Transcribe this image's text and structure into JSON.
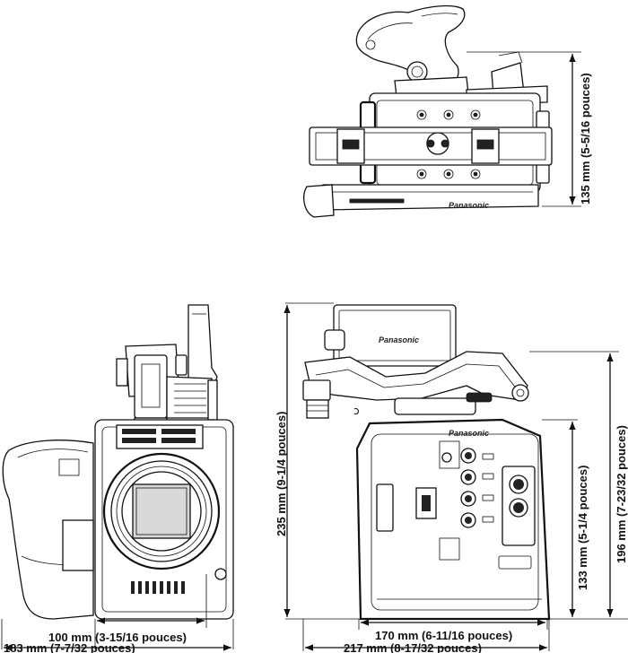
{
  "brand": "Panasonic",
  "dimensions": {
    "top_height": "135 mm (5-5/16 pouces)",
    "front_lens_width": "100 mm (3-15/16 pouces)",
    "front_total_width": "183 mm (7-7/32 pouces)",
    "side_total_height": "235 mm (9-1/4 pouces)",
    "side_body_width": "170 mm (6-11/16 pouces)",
    "side_total_width": "217 mm (8-17/32 pouces)",
    "side_body_height": "133 mm (5-1/4 pouces)",
    "side_handle_height": "196 mm (7-23/32 pouces)"
  }
}
